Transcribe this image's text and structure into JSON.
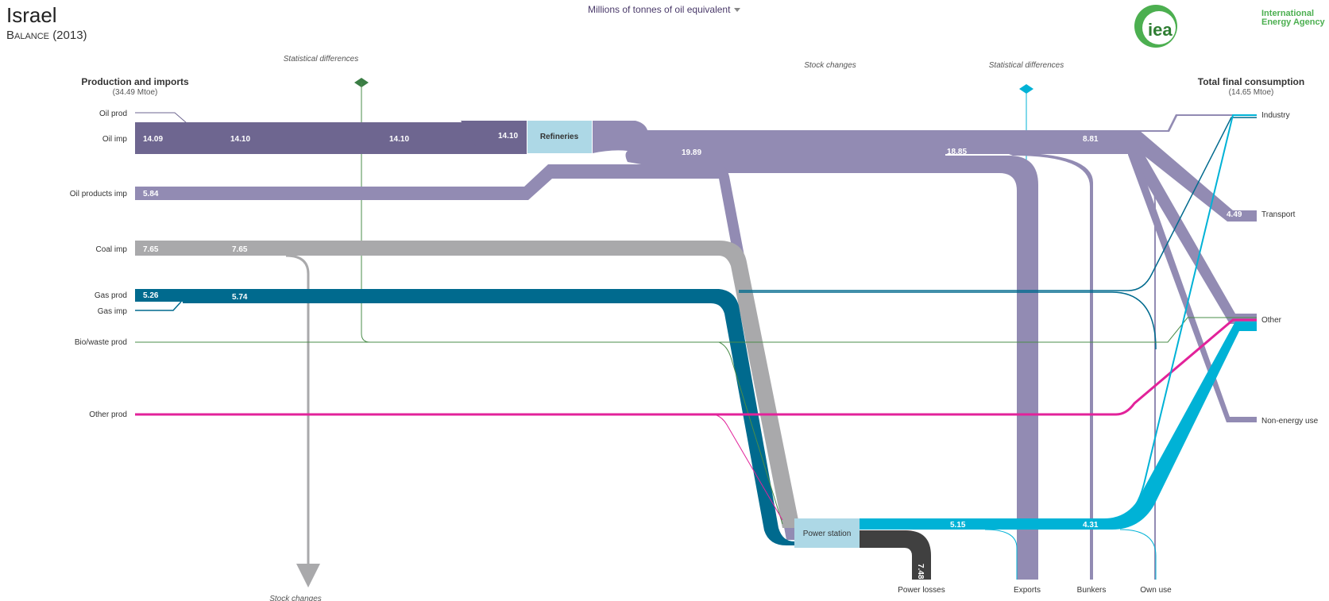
{
  "header": {
    "title": "Israel",
    "subtitle": "Balance (2013)",
    "units_label": "Millions of tonnes of oil equivalent",
    "logo_text_line1": "International",
    "logo_text_line2": "Energy Agency",
    "logo_mark": "iea"
  },
  "left_header": {
    "title": "Production and imports",
    "value": "(34.49 Mtoe)"
  },
  "right_header": {
    "title": "Total final consumption",
    "value": "(14.65 Mtoe)"
  },
  "annotations": {
    "stat_diff_1": "Statistical differences",
    "stat_diff_2": "Statistical differences",
    "stock_changes_top": "Stock  changes",
    "stock_changes_bottom": "Stock changes"
  },
  "sources": [
    {
      "label": "Oil prod"
    },
    {
      "label": "Oil imp"
    },
    {
      "label": "Oil products imp"
    },
    {
      "label": "Coal imp"
    },
    {
      "label": "Gas prod"
    },
    {
      "label": "Gas imp"
    },
    {
      "label": "Bio/waste prod"
    },
    {
      "label": "Other prod"
    }
  ],
  "sinks": [
    {
      "label": "Industry"
    },
    {
      "label": "Transport"
    },
    {
      "label": "Other"
    },
    {
      "label": "Non-energy use"
    }
  ],
  "bottom_labels": [
    "Power losses",
    "Exports",
    "Bunkers",
    "Own use"
  ],
  "nodes": {
    "refineries": "Refineries",
    "power_station": "Power station"
  },
  "flow_values": {
    "oil_imp_1": "14.09",
    "oil_imp_2": "14.10",
    "oil_imp_3": "14.10",
    "oil_imp_4": "14.10",
    "refinery_out": "19.89",
    "oil_after": "18.85",
    "oil_tfc": "8.81",
    "transport": "4.49",
    "oil_products_imp": "5.84",
    "coal_1": "7.65",
    "coal_2": "7.65",
    "gas_prod": "5.26",
    "gas_total": "5.74",
    "power_out": "5.15",
    "power_tfc": "4.31",
    "power_losses": "7.48"
  },
  "colors": {
    "oil_dark": "#6e6690",
    "oil_light": "#928bb3",
    "coal": "#a9a9ab",
    "gas": "#006a8e",
    "bio": "#4a8c4a",
    "other": "#e2229a",
    "electricity": "#00b2d6",
    "losses": "#404040",
    "node_fill": "#add8e6",
    "stat_green": "#3a7d44"
  }
}
